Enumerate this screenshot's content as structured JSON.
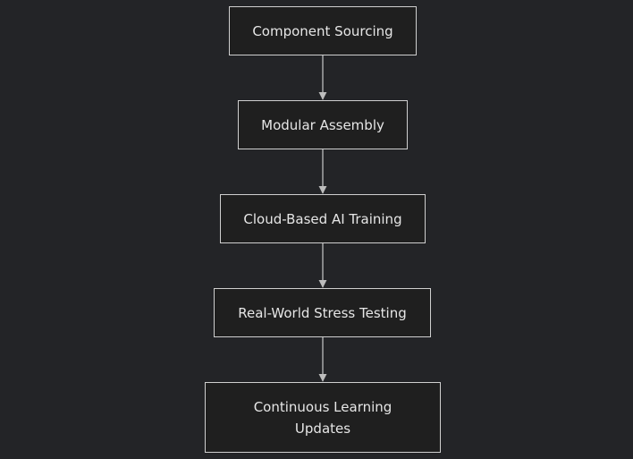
{
  "diagram": {
    "type": "flowchart",
    "direction": "top-to-bottom",
    "colors": {
      "background": "#232427",
      "node_fill": "#1f1f1f",
      "node_border": "#cfcfcf",
      "text": "#e6e6e6",
      "edge": "#bdbdbd"
    },
    "nodes": [
      {
        "id": "n1",
        "label": "Component Sourcing"
      },
      {
        "id": "n2",
        "label": "Modular Assembly"
      },
      {
        "id": "n3",
        "label": "Cloud-Based AI Training"
      },
      {
        "id": "n4",
        "label": "Real-World Stress Testing"
      },
      {
        "id": "n5",
        "label": "Continuous Learning Updates"
      }
    ],
    "edges": [
      {
        "from": "n1",
        "to": "n2"
      },
      {
        "from": "n2",
        "to": "n3"
      },
      {
        "from": "n3",
        "to": "n4"
      },
      {
        "from": "n4",
        "to": "n5"
      }
    ]
  }
}
